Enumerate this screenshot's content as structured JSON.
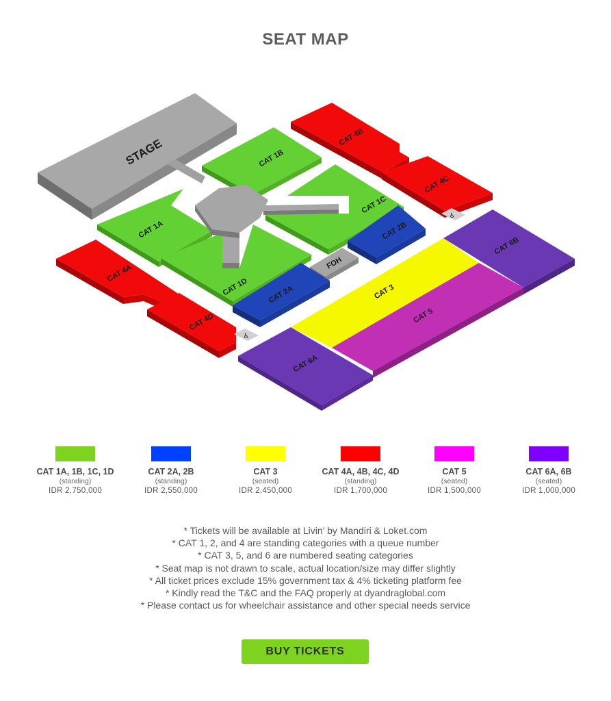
{
  "title": "SEAT MAP",
  "colors": {
    "green": "#63d134",
    "blue": "#1f45b8",
    "yellow": "#f6f800",
    "red": "#f20909",
    "magenta": "#c12fb4",
    "purple": "#6b38b3",
    "grey": "#a6a6a6",
    "button": "#7ed321"
  },
  "zones": {
    "stage": "STAGE",
    "cat1a": "CAT 1A",
    "cat1b": "CAT 1B",
    "cat1c": "CAT 1C",
    "cat1d": "CAT 1D",
    "cat2a": "CAT 2A",
    "cat2b": "CAT 2B",
    "cat3": "CAT 3",
    "cat4a": "CAT 4A",
    "cat4b": "CAT 4B",
    "cat4c": "CAT 4C",
    "cat4d": "CAT 4D",
    "cat5": "CAT 5",
    "cat6a": "CAT 6A",
    "cat6b": "CAT 6B",
    "foh": "FOH",
    "wheelchair_icon": "wheelchair-icon"
  },
  "legend": [
    {
      "name": "CAT 1A, 1B, 1C, 1D",
      "type": "(standing)",
      "price": "IDR 2,750,000",
      "color": "#7ed321"
    },
    {
      "name": "CAT 2A, 2B",
      "type": "(standing)",
      "price": "IDR 2,550,000",
      "color": "#0040ff"
    },
    {
      "name": "CAT 3",
      "type": "(seated)",
      "price": "IDR 2,450,000",
      "color": "#ffff00"
    },
    {
      "name": "CAT 4A, 4B, 4C, 4D",
      "type": "(standing)",
      "price": "IDR 1,700,000",
      "color": "#ff0000"
    },
    {
      "name": "CAT 5",
      "type": "(seated)",
      "price": "IDR 1,500,000",
      "color": "#ff00ff"
    },
    {
      "name": "CAT 6A, 6B",
      "type": "(seated)",
      "price": "IDR 1,000,000",
      "color": "#8000ff"
    }
  ],
  "notes": [
    "* Tickets will be available at Livin’ by Mandiri & Loket.com",
    "* CAT 1, 2, and 4 are standing categories with a queue number",
    "* CAT 3, 5, and 6 are numbered seating categories",
    "* Seat map is not drawn to scale, actual location/size may differ slightly",
    "* All ticket prices exclude 15% government tax & 4% ticketing platform fee",
    "* Kindly read the T&C and the FAQ properly at dyandraglobal.com",
    "* Please contact us for wheelchair assistance and other special needs service"
  ],
  "buy_button": "BUY TICKETS"
}
